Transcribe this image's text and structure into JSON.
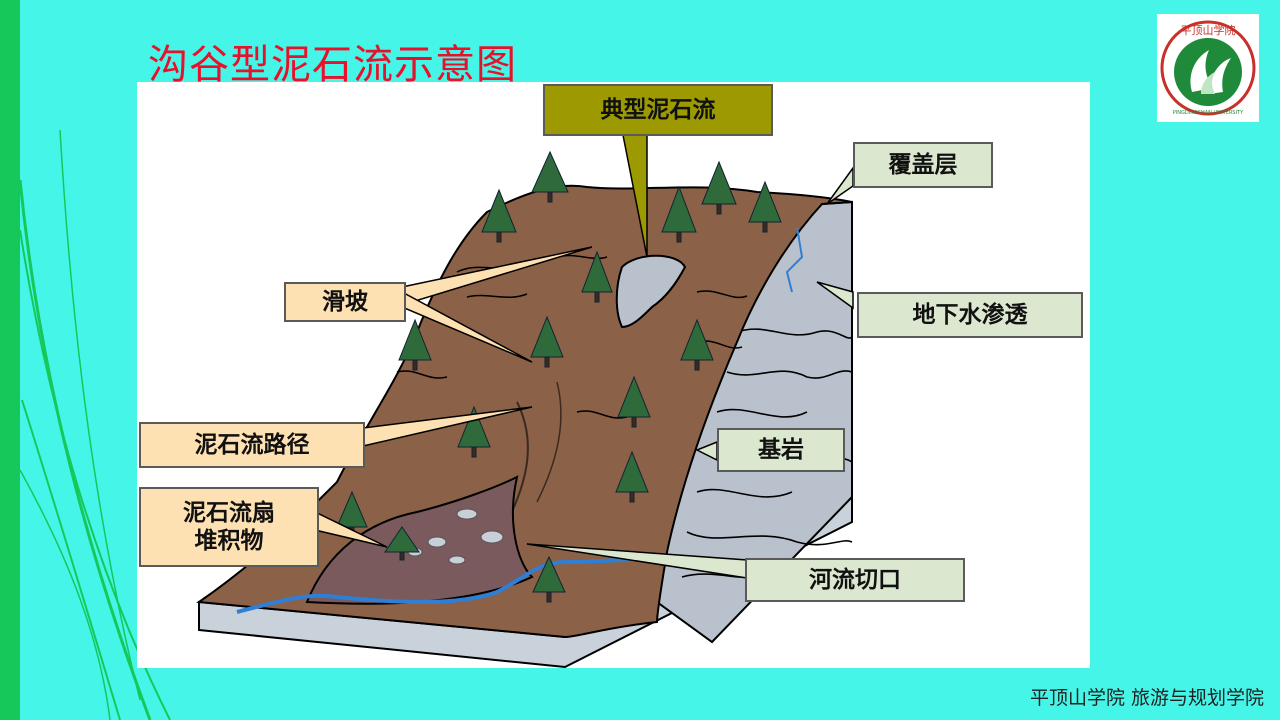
{
  "slide": {
    "title": "沟谷型泥石流示意图",
    "footer": "平顶山学院  旅游与规划学院"
  },
  "logo": {
    "arc_text": "平顶山学院",
    "english_text": "PINGDINGSHAN UNIVERSITY"
  },
  "diagram": {
    "labels": {
      "typical": "典型泥石流",
      "cover": "覆盖层",
      "slip": "滑坡",
      "groundwater": "地下水渗透",
      "path": "泥石流路径",
      "fan_line1": "泥石流扇",
      "fan_line2": "堆积物",
      "bedrock": "基岩",
      "river": "河流切口"
    }
  },
  "colors": {
    "background": "#45f5e8",
    "left_bar": "#16c85a",
    "title": "#e8102a",
    "soil": "#8b6147",
    "bedrock": "#b9c2cc",
    "fan": "#7a5a5c",
    "tree": "#2f6b3a",
    "river": "#2f7fd6",
    "callout_peach": "#fde1b3",
    "callout_green": "#dbe8cf",
    "callout_olive": "#9c9a00"
  }
}
